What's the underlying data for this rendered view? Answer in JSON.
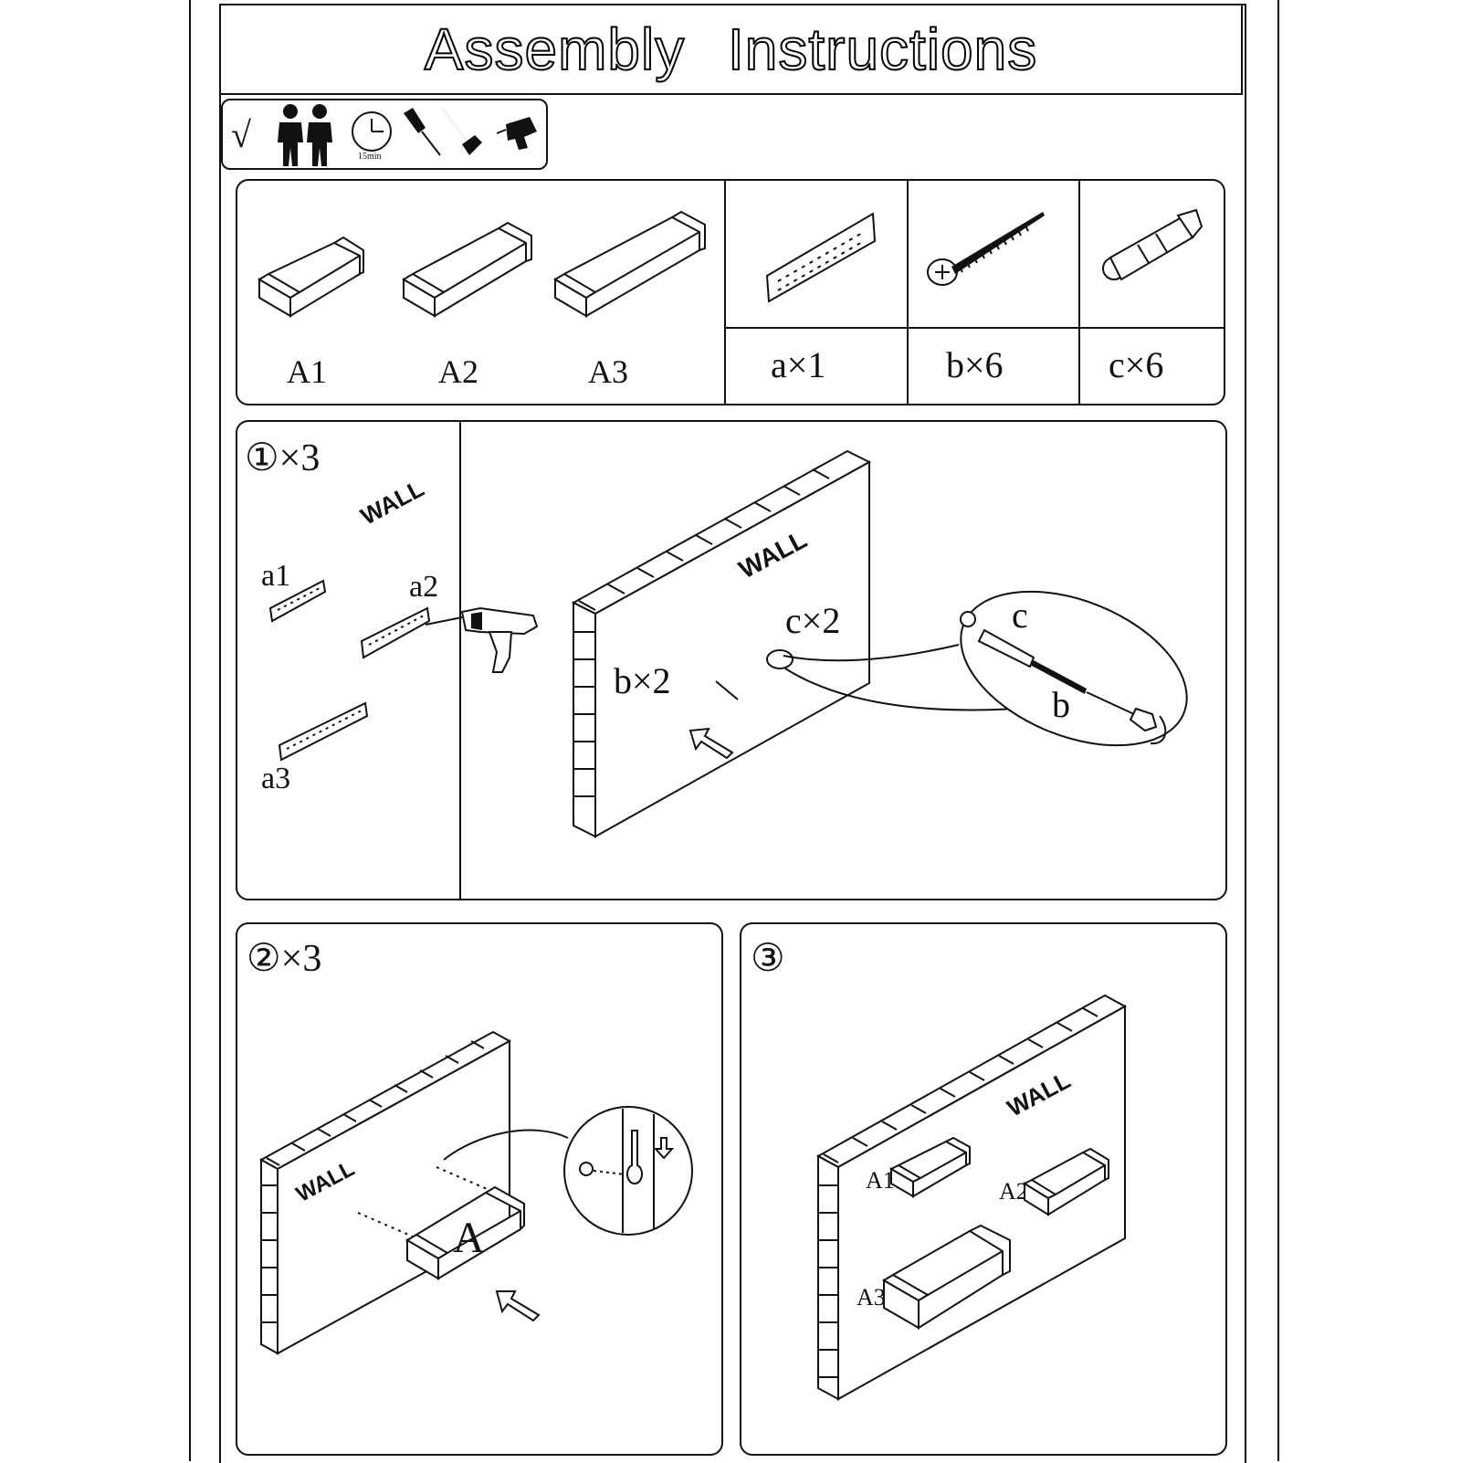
{
  "document": {
    "title": "Assembly Instructions",
    "toolbar": {
      "check": "√",
      "timer_label": "15min",
      "icons": [
        "check-icon",
        "two-persons-icon",
        "clock-icon",
        "screwdriver-icon",
        "hammer-icon",
        "drill-icon"
      ]
    },
    "parts": {
      "shelves": [
        "A1",
        "A2",
        "A3"
      ],
      "hardware": [
        {
          "label": "a×1",
          "icon": "bracket-strip-icon"
        },
        {
          "label": "b×6",
          "icon": "screw-icon"
        },
        {
          "label": "c×6",
          "icon": "wall-anchor-icon"
        }
      ]
    },
    "step1": {
      "header": "①×3",
      "wall_label_left": "WALL",
      "bracket_labels": [
        "a1",
        "a2",
        "a3"
      ],
      "wall_label": "WALL",
      "anchor_qty": "c×2",
      "screw_qty": "b×2",
      "detail_c": "c",
      "detail_b": "b"
    },
    "step2": {
      "header": "②×3",
      "wall_label": "WALL",
      "shelf_label": "A"
    },
    "step3": {
      "header": "③",
      "wall_label": "WALL",
      "shelf_labels": [
        "A1",
        "A2",
        "A3"
      ]
    }
  }
}
